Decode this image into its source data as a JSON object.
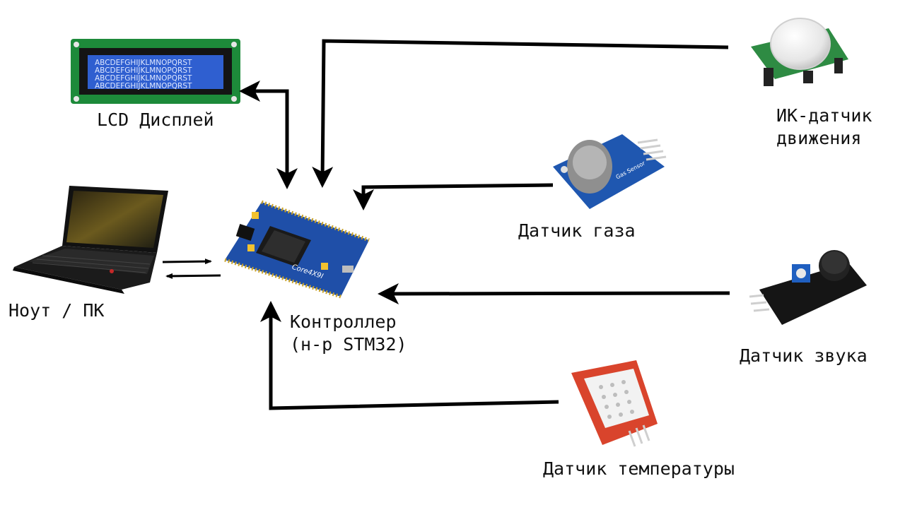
{
  "lcd": {
    "label": "LCD Дисплей",
    "screen_lines": [
      "ABCDEFGHIJKLMNOPQRST",
      "ABCDEFGHIJKLMNOPQRST",
      "ABCDEFGHIJKLMNOPQRST",
      "ABCDEFGHIJKLMNOPQRST"
    ],
    "screen_color": "#2f5fd0",
    "pcb_color": "#1d8a3a"
  },
  "pc": {
    "label": "Ноут / ПК"
  },
  "controller": {
    "label_line1": "Контроллер",
    "label_line2": "(н-р STM32)",
    "board_text": "Core4X9I",
    "board_color": "#1f4fa8"
  },
  "pir": {
    "label_line1": "ИК-датчик",
    "label_line2": "движения"
  },
  "gas": {
    "label": "Датчик газа",
    "board_text": "Gas Sensor"
  },
  "sound": {
    "label": "Датчик звука"
  },
  "temperature": {
    "label": "Датчик температуры"
  },
  "arrow_color": "#000000"
}
